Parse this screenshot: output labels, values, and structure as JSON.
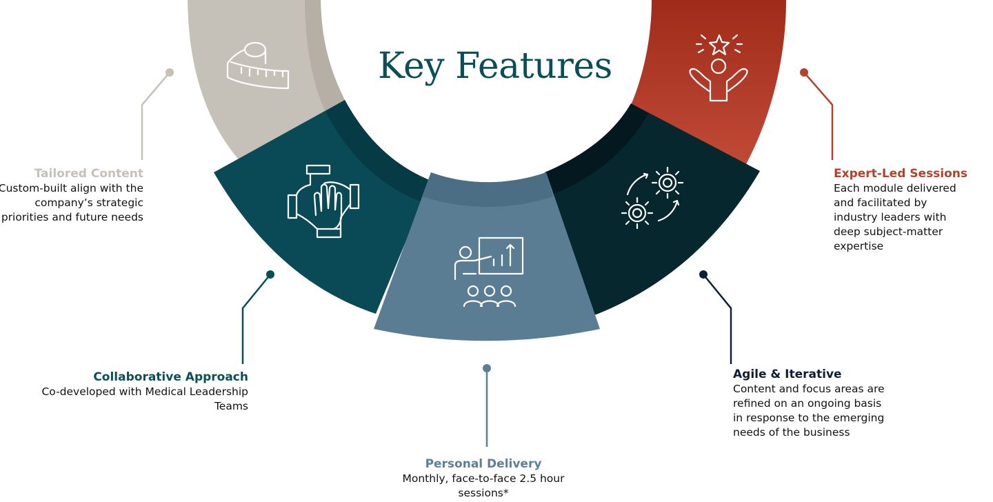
{
  "title": "Key Features",
  "features": [
    {
      "heading": "Tailored Content",
      "description": "Custom-built align with the company’s strategic priorities and future needs",
      "color": "#c6c1b8",
      "icon": "measuring-tape-icon"
    },
    {
      "heading": "Collaborative Approach",
      "description": "Co-developed with Medical Leadership Teams",
      "color": "#0a4f58",
      "icon": "stacked-hands-icon"
    },
    {
      "heading": "Personal Delivery",
      "description": "Monthly, face-to-face 2.5 hour sessions*",
      "color": "#5c7f96",
      "icon": "presenter-audience-icon"
    },
    {
      "heading": "Agile & Iterative",
      "description": "Content and focus areas are refined on an ongoing basis in response to the emerging needs of the business",
      "color": "#0b2a33",
      "icon": "rotating-gears-icon"
    },
    {
      "heading": "Expert-Led Sessions",
      "description": "Each module delivered and facilitated by industry leaders with deep subject-matter expertise",
      "color": "#b5412c",
      "icon": "celebrating-person-star-icon"
    }
  ]
}
